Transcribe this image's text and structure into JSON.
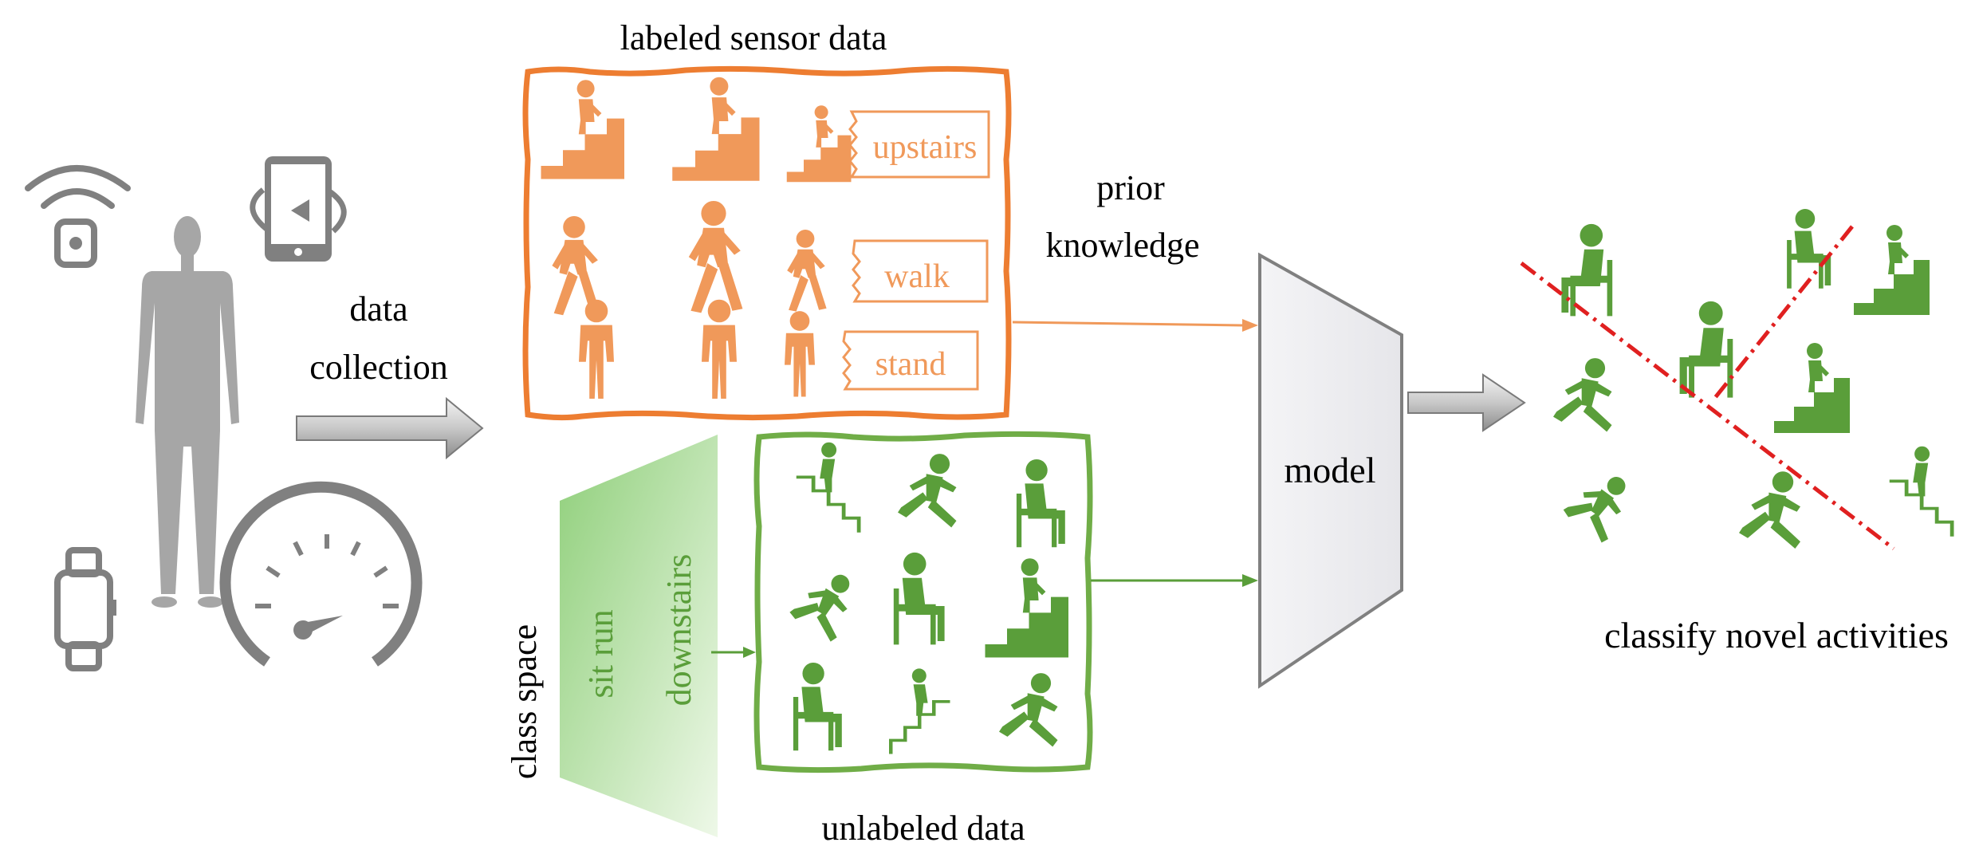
{
  "labels": {
    "data_collection_line1": "data",
    "data_collection_line2": "collection",
    "labeled_title": "labeled sensor  data",
    "unlabeled_title": "unlabeled data",
    "prior_line1": "prior",
    "prior_line2": "knowledge",
    "model": "model",
    "classify": "classify novel activities",
    "class_space_line1": "class  space",
    "class_space_line2": "sit   run",
    "class_space_line3": "downstairs"
  },
  "labeled_tags": [
    "upstairs",
    "walk",
    "stand"
  ],
  "devices": [
    "wifi-icon",
    "phone-rotate-icon",
    "smartwatch-icon",
    "speedometer-icon"
  ],
  "colors": {
    "orange": "#F0995A",
    "orange_border": "#ED7D31",
    "green": "#5A9E3A",
    "green_border": "#70AD47",
    "gray": "#808080",
    "red": "#E02020"
  }
}
